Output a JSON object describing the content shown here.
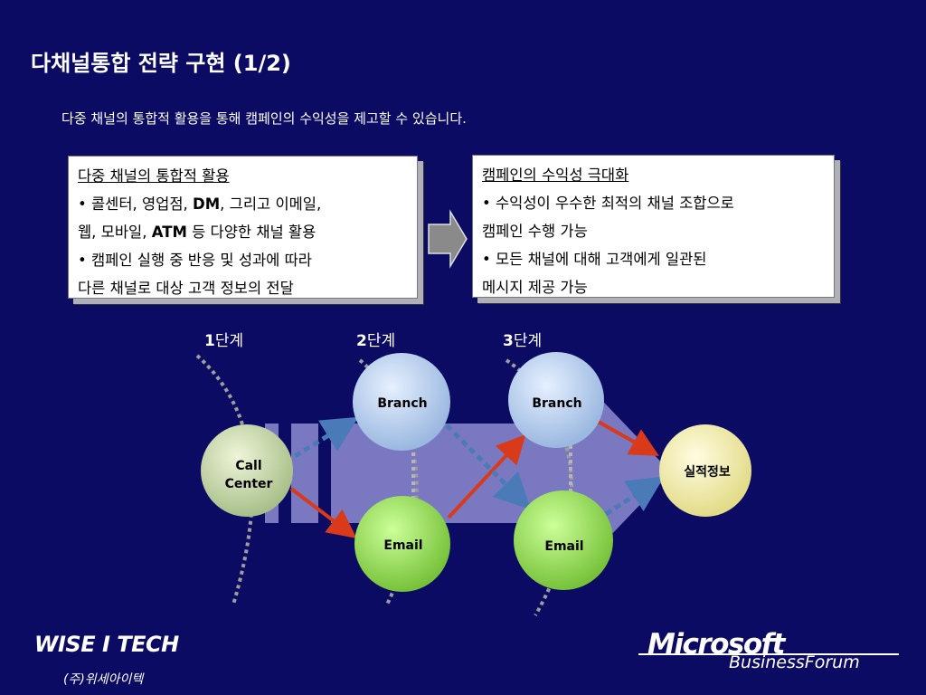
{
  "title": "다채널통합 전략 구현 (1/2)",
  "subtitle": "다중 채널의 통합적 활용을 통해 캠페인의 수익성을 제고할 수 있습니다.",
  "box_left": {
    "heading": "다중 채널의 통합적 활용",
    "line1a": "• 콜센터, 영업점, ",
    "line1b": "DM",
    "line1c": ", 그리고 이메일,",
    "line2a": "웹, 모바일, ",
    "line2b": "ATM",
    "line2c": " 등 다양한 채널 활용",
    "line3": "• 캠페인 실행 중 반응 및 성과에 따라",
    "line4": "다른 채널로 대상 고객 정보의 전달"
  },
  "box_right": {
    "heading": "캠페인의 수익성 극대화",
    "line1": "• 수익성이 우수한 최적의 채널 조합으로",
    "line2": "캠페인 수행 가능",
    "line3": "• 모든 채널에 대해 고객에게 일관된",
    "line4": "메시지 제공 가능"
  },
  "stages": [
    {
      "num": "1",
      "label": "단계"
    },
    {
      "num": "2",
      "label": "단계"
    },
    {
      "num": "3",
      "label": "단계"
    }
  ],
  "nodes": {
    "call_center_1": "Call",
    "call_center_2": "Center",
    "branch1": "Branch",
    "branch2": "Branch",
    "email1": "Email",
    "email2": "Email",
    "result": "실적정보"
  },
  "logo_left": {
    "name": "WISE I TECH",
    "sub": "(주)위세아이텍"
  },
  "logo_right": {
    "name": "Microsoft",
    "sub": "BusinessForum"
  },
  "colors": {
    "background": "#0b0b63",
    "arrow_red": "#d83a1a",
    "arrow_blue": "#4a7ab8",
    "band": "#7b78c2"
  }
}
